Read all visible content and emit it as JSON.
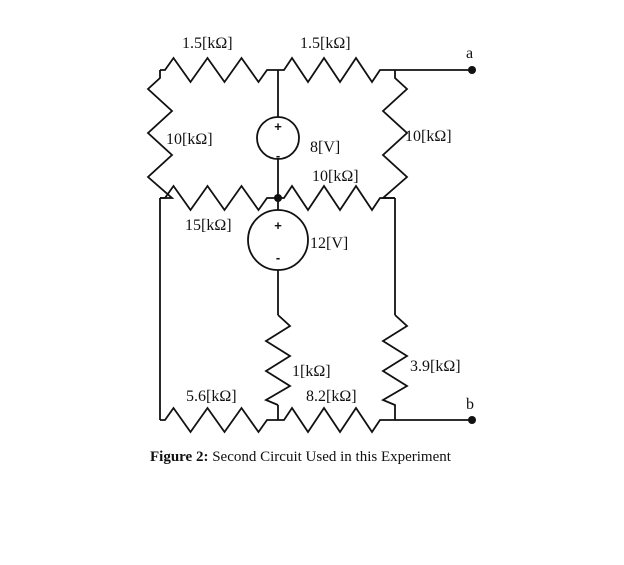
{
  "resistors": {
    "r_top_left": "1.5[kΩ]",
    "r_top_right": "1.5[kΩ]",
    "r_left": "10[kΩ]",
    "r_right": "10[kΩ]",
    "r_mid_left": "15[kΩ]",
    "r_mid_right": "10[kΩ]",
    "r_center_vertical": "1[kΩ]",
    "r_right_lower": "3.9[kΩ]",
    "r_bottom_left": "5.6[kΩ]",
    "r_bottom_right": "8.2[kΩ]"
  },
  "sources": {
    "upper_source": "8[V]",
    "lower_source": "12[V]",
    "plus_sign": "+",
    "minus_sign": "-"
  },
  "terminals": {
    "a": "a",
    "b": "b"
  },
  "caption": {
    "bold": "Figure 2:",
    "text": " Second Circuit Used in this Experiment"
  }
}
